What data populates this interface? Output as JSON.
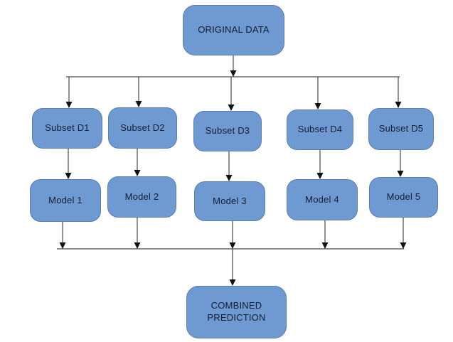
{
  "diagram": {
    "title": "ensemble-bagging-flowchart",
    "nodes": {
      "root": {
        "label": "ORIGINAL DATA"
      },
      "subsets": [
        {
          "label": "Subset D1"
        },
        {
          "label": "Subset D2"
        },
        {
          "label": "Subset D3"
        },
        {
          "label": "Subset D4"
        },
        {
          "label": "Subset D5"
        }
      ],
      "models": [
        {
          "label": "Model 1"
        },
        {
          "label": "Model 2"
        },
        {
          "label": "Model 3"
        },
        {
          "label": "Model 4"
        },
        {
          "label": "Model 5"
        }
      ],
      "output": {
        "label": "COMBINED PREDICTION"
      }
    }
  },
  "colors": {
    "background": "#ffffff",
    "node_fill": "#6f9ad1",
    "node_border": "#587fae",
    "node_text": "#121f36",
    "connector": "#4a4a4a",
    "arrowhead": "#111111"
  }
}
